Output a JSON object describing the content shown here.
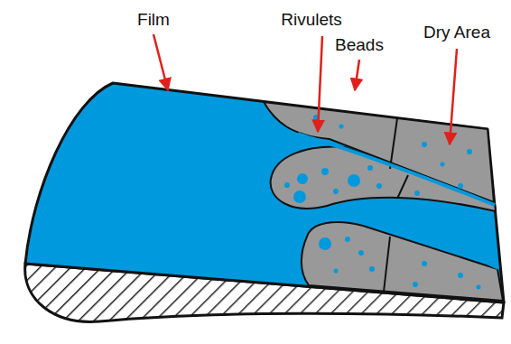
{
  "diagram": {
    "labels": [
      "Film",
      "Rivulets",
      "Beads",
      "Dry Area"
    ]
  }
}
